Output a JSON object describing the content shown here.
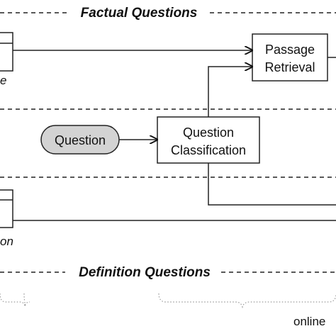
{
  "sections": {
    "factual_title": "Factual Questions",
    "definition_title": "Definition Questions"
  },
  "nodes": {
    "question": "Question",
    "question_classification": [
      "Question",
      "Classification"
    ],
    "passage_retrieval": [
      "Passage",
      "Retrieval"
    ]
  },
  "edge_fragments": {
    "top_left": "e",
    "bottom_left": "on"
  },
  "footer": {
    "right_label": "online"
  }
}
